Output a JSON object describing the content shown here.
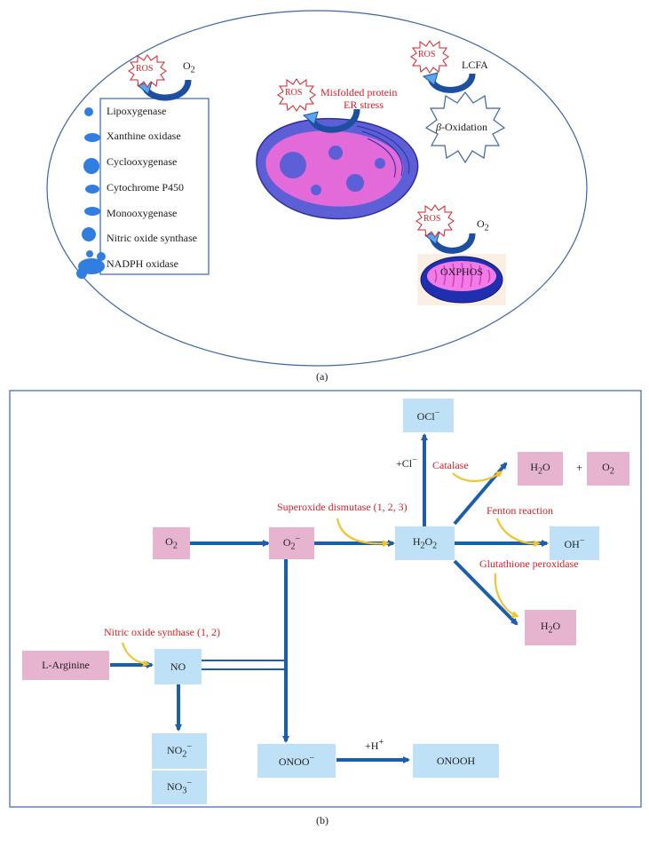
{
  "panel_a": {
    "caption": "(a)",
    "ros_label": "ROS",
    "o2_label_html": "O<sub>2</sub>",
    "enzymes": [
      "Lipoxygenase",
      "Xanthine oxidase",
      "Cyclooxygenase",
      "Cytochrome P450",
      "Monooxygenase",
      "Nitric oxide synthase",
      "NADPH oxidase"
    ],
    "er_line1": "Misfolded protein",
    "er_line2": "ER stress",
    "lcfa": "LCFA",
    "beta_ox_html": "<i>β</i>-Oxidation",
    "oxphos": "OXPHOS"
  },
  "panel_b": {
    "caption": "(b)",
    "species": {
      "o2": "O<sub>2</sub>",
      "superoxide": "O<sub>2</sub><sup>−</sup>",
      "h2o2": "H<sub>2</sub>O<sub>2</sub>",
      "ocl": "OCl<sup>−</sup>",
      "h2o_top": "H<sub>2</sub>O",
      "o2_product": "O<sub>2</sub>",
      "plus": "+",
      "oh": "OH<sup>−</sup>",
      "h2o_bottom": "H<sub>2</sub>O",
      "l_arginine": "L-Arginine",
      "no": "NO",
      "no2": "NO<sub>2</sub><sup>−</sup>",
      "no3": "NO<sub>3</sub><sup>−</sup>",
      "onoo": "ONOO<sup>−</sup>",
      "onooh": "ONOOH"
    },
    "labels": {
      "cl": "+Cl<sup>−</sup>",
      "h_plus": "+H<sup>+</sup>"
    },
    "enzymes": {
      "catalase": "Catalase",
      "sod": "Superoxide dismutase (1, 2, 3)",
      "fenton": "Fenton reaction",
      "gpx": "Glutathione peroxidase",
      "nos": "Nitric oxide synthase (1, 2)"
    }
  }
}
